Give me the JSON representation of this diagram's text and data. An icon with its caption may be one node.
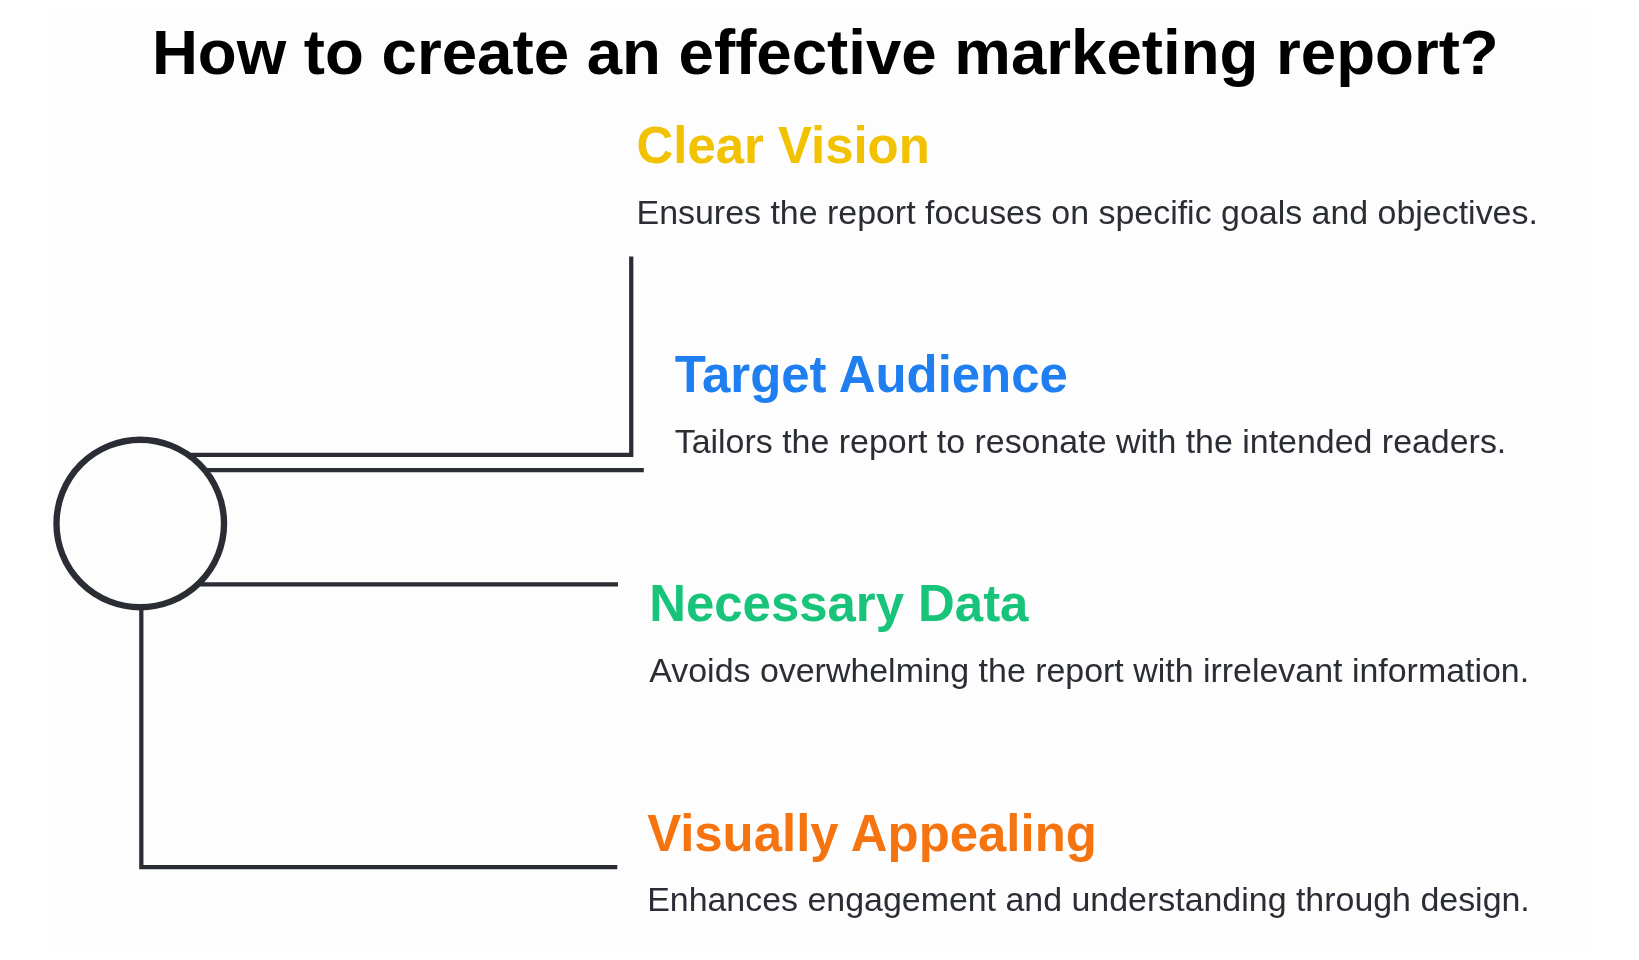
{
  "diagram": {
    "title": "How to create an effective marketing report?",
    "nodes": [
      {
        "text": [],
        "shape": "circle"
      },
      {
        "text": [
          "Clear Vision",
          "Ensures the report focuses on specific goals and objectives."
        ]
      },
      {
        "text": [
          "Target Audience",
          "Tailors the report to resonate with the intended readers."
        ]
      },
      {
        "text": [
          "Necessary Data",
          "Avoids overwhelming the report with irrelevant information."
        ]
      },
      {
        "text": [
          "Visually Appealing",
          "Enhances engagement and understanding through design."
        ]
      }
    ],
    "edges": [
      {
        "from": 0,
        "to": 1,
        "arrow": "none"
      },
      {
        "from": 0,
        "to": 2,
        "arrow": "none"
      },
      {
        "from": 0,
        "to": 3,
        "arrow": "none"
      },
      {
        "from": 0,
        "to": 4,
        "arrow": "none"
      }
    ]
  }
}
